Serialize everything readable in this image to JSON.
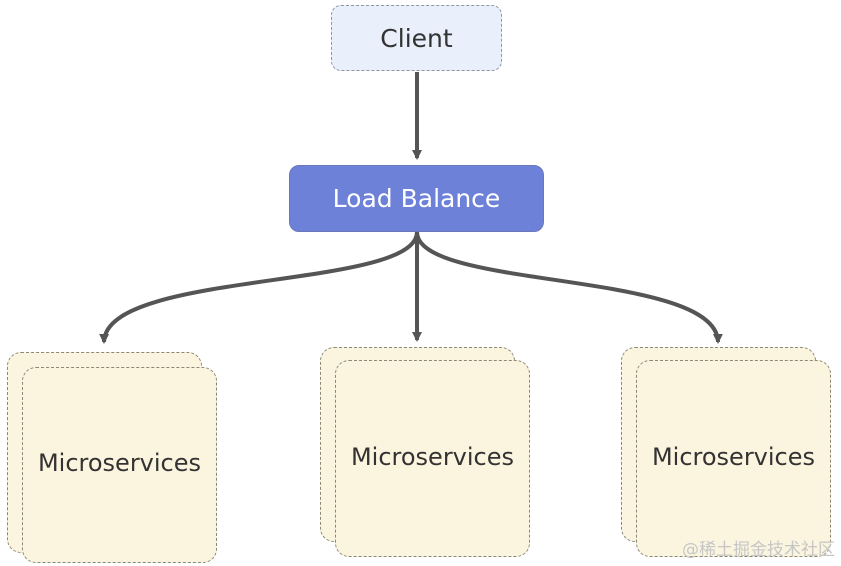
{
  "nodes": {
    "client": "Client",
    "load_balancer": "Load Balance",
    "microservices": [
      {
        "label": "Microservices"
      },
      {
        "label": "Microservices"
      },
      {
        "label": "Microservices"
      }
    ]
  },
  "watermark": "@稀土掘金技术社区",
  "colors": {
    "client_fill": "#e9effb",
    "load_balancer_fill": "#6e81d8",
    "microservice_fill": "#fbf5df",
    "edge": "#555555"
  }
}
